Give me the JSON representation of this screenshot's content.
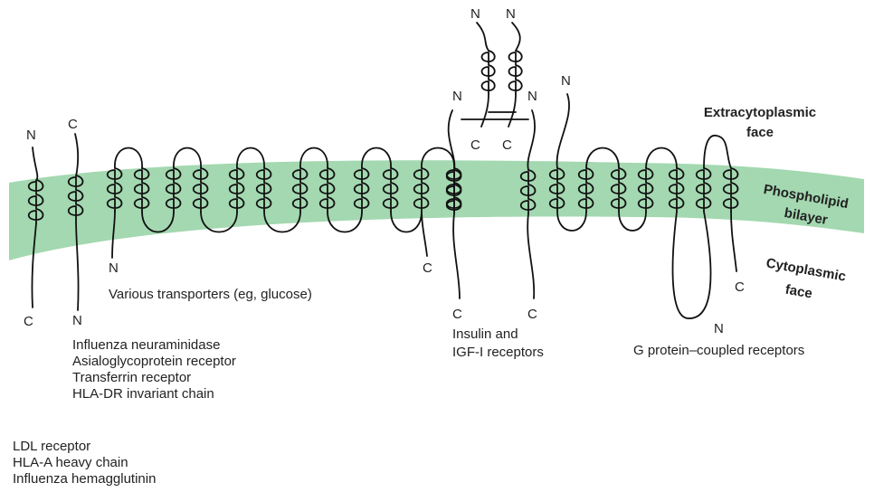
{
  "colors": {
    "bilayer": "#a3d8b0",
    "line": "#111111",
    "text": "#222222"
  },
  "faces": {
    "extracytoplasmic": [
      "Extracytoplasmic",
      "face"
    ],
    "bilayer": [
      "Phospholipid",
      "bilayer"
    ],
    "cytoplasmic": [
      "Cytoplasmic",
      "face"
    ]
  },
  "groups": {
    "type1": [
      "LDL receptor",
      "HLA-A heavy chain",
      "Influenza hemagglutinin"
    ],
    "type2": [
      "Influenza neuraminidase",
      "Asialoglycoprotein receptor",
      "Transferrin receptor",
      "HLA-DR invariant chain"
    ],
    "transporters": [
      "Various transporters (eg, glucose)"
    ],
    "insulin": [
      "Insulin and",
      "IGF-I receptors"
    ],
    "gpcr": [
      "G protein–coupled receptors"
    ]
  },
  "termini": {
    "n": "N",
    "c": "C"
  }
}
